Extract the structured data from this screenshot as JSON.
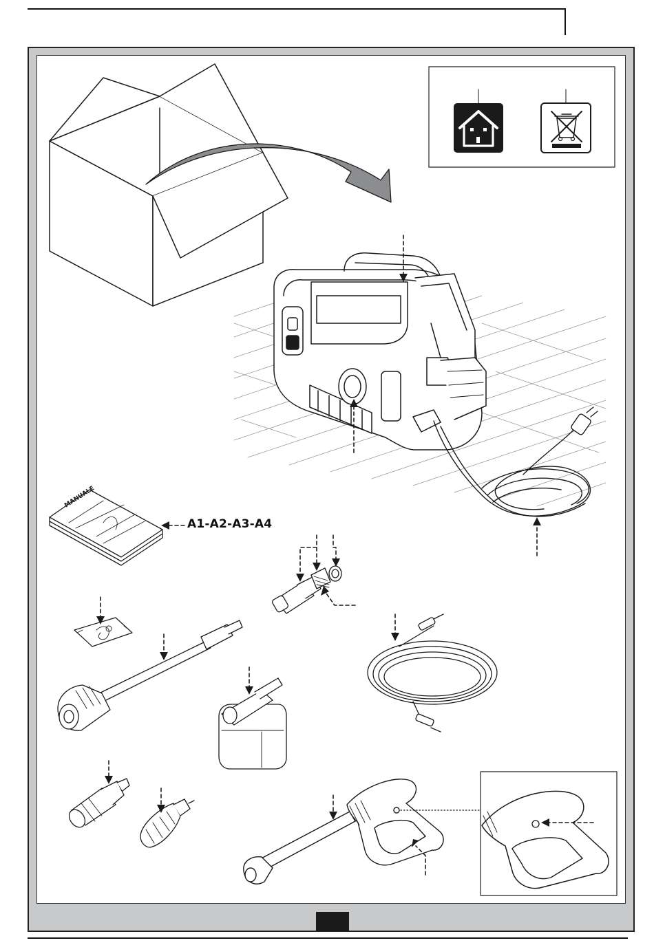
{
  "manual_page": {
    "callout_label": "A1-A2-A3-A4",
    "manual_cover_text": "MANUALE"
  },
  "symbols": [
    {
      "name": "indoor-use-house-symbol"
    },
    {
      "name": "weee-crossed-bin-symbol"
    }
  ],
  "icons": {
    "box": "open-cardboard-box",
    "arrow": "curved-arrow",
    "washer": "pressure-washer-unit",
    "manual": "instruction-manual-booklet",
    "lance": "spray-lance",
    "hose": "high-pressure-hose",
    "gun": "spray-gun",
    "detergent": "detergent-bottle",
    "nozzle": "adjustable-nozzle",
    "turbo": "turbo-nozzle",
    "adapter": "hose-adapter-kit",
    "bag": "small-parts-bag"
  },
  "colors": {
    "frame": "#c8c9cb",
    "ink": "#1a1a1a",
    "arrow_fill": "#8c8d90"
  }
}
